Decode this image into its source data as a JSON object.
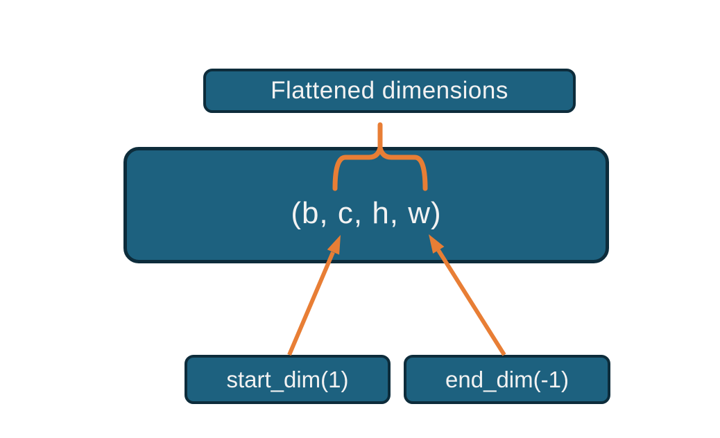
{
  "diagram": {
    "title_box": {
      "label": "Flattened dimensions"
    },
    "tensor_box": {
      "label": "(b, c, h, w)"
    },
    "start_box": {
      "label": "start_dim(1)"
    },
    "end_box": {
      "label": "end_dim(-1)"
    },
    "annotations": {
      "brace": "brace-over-flattened-dims",
      "arrows": [
        "start-dim-arrow",
        "end-dim-arrow"
      ]
    },
    "colors": {
      "box_fill": "#1d617f",
      "box_border": "#0d2c3b",
      "accent_orange": "#e87e35",
      "text": "#f2f2f2",
      "background": "#ffffff"
    }
  }
}
